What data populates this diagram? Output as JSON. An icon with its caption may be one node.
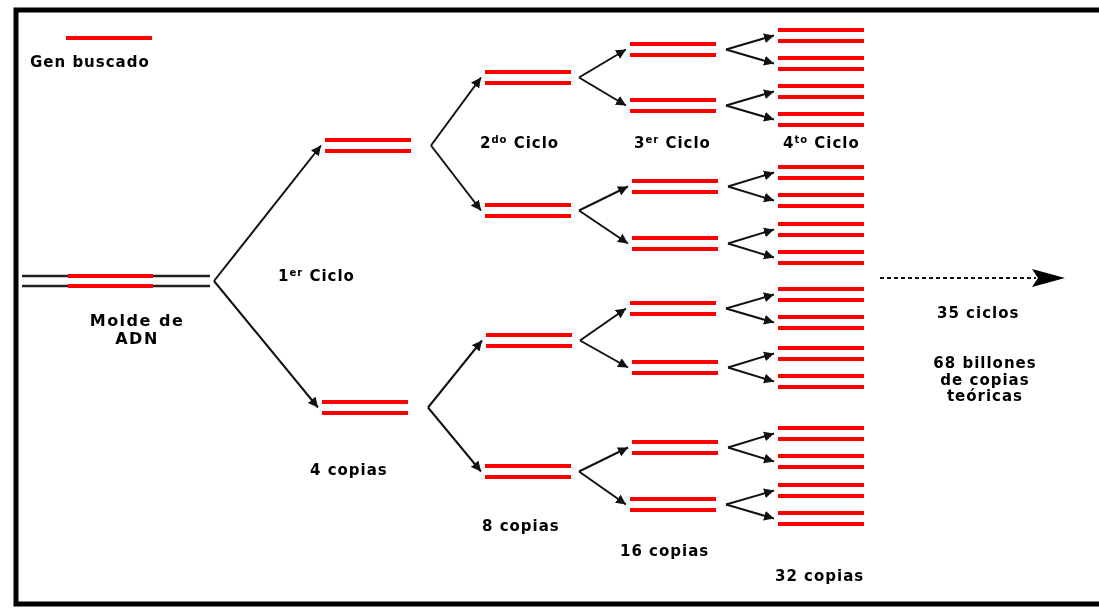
{
  "diagram": {
    "nodes": [
      {
        "text": [
          "Molde de ADN"
        ]
      },
      {
        "text": [],
        "shape": "bar"
      },
      {
        "text": [],
        "shape": "bar"
      },
      {
        "text": [],
        "shape": "bar"
      },
      {
        "text": [],
        "shape": "bar"
      },
      {
        "text": [],
        "shape": "bar"
      },
      {
        "text": [],
        "shape": "bar"
      },
      {
        "text": [],
        "shape": "bar"
      },
      {
        "text": [],
        "shape": "bar"
      },
      {
        "text": [],
        "shape": "bar"
      },
      {
        "text": [],
        "shape": "bar"
      },
      {
        "text": [],
        "shape": "bar"
      },
      {
        "text": [],
        "shape": "bar"
      },
      {
        "text": [],
        "shape": "bar"
      },
      {
        "text": [],
        "shape": "bar"
      },
      {
        "text": [],
        "shape": "bar"
      },
      {
        "text": [],
        "shape": "bar"
      },
      {
        "text": [],
        "shape": "bar"
      },
      {
        "text": [],
        "shape": "bar"
      },
      {
        "text": [],
        "shape": "bar"
      },
      {
        "text": [],
        "shape": "bar"
      },
      {
        "text": [],
        "shape": "bar"
      },
      {
        "text": [],
        "shape": "bar"
      },
      {
        "text": [],
        "shape": "bar"
      },
      {
        "text": [],
        "shape": "bar"
      },
      {
        "text": [],
        "shape": "bar"
      },
      {
        "text": [],
        "shape": "bar"
      },
      {
        "text": [],
        "shape": "bar"
      },
      {
        "text": [],
        "shape": "bar"
      },
      {
        "text": [],
        "shape": "bar"
      },
      {
        "text": [],
        "shape": "bar"
      }
    ],
    "edges": [
      {
        "from": 0,
        "to": 1,
        "arrow": "to"
      },
      {
        "from": 0,
        "to": 2,
        "arrow": "to"
      },
      {
        "from": 1,
        "to": 3,
        "arrow": "to"
      },
      {
        "from": 1,
        "to": 4,
        "arrow": "to"
      },
      {
        "from": 2,
        "to": 5,
        "arrow": "to"
      },
      {
        "from": 2,
        "to": 6,
        "arrow": "to"
      },
      {
        "from": 3,
        "to": 7,
        "arrow": "to"
      },
      {
        "from": 3,
        "to": 8,
        "arrow": "to"
      },
      {
        "from": 4,
        "to": 9,
        "arrow": "to"
      },
      {
        "from": 4,
        "to": 10,
        "arrow": "to"
      },
      {
        "from": 5,
        "to": 11,
        "arrow": "to"
      },
      {
        "from": 5,
        "to": 12,
        "arrow": "to"
      },
      {
        "from": 6,
        "to": 13,
        "arrow": "to"
      },
      {
        "from": 6,
        "to": 14,
        "arrow": "to"
      },
      {
        "from": 7,
        "to": 15,
        "arrow": "to"
      },
      {
        "from": 7,
        "to": 16,
        "arrow": "to"
      },
      {
        "from": 8,
        "to": 17,
        "arrow": "to"
      },
      {
        "from": 8,
        "to": 18,
        "arrow": "to"
      },
      {
        "from": 9,
        "to": 19,
        "arrow": "to"
      },
      {
        "from": 9,
        "to": 20,
        "arrow": "to"
      },
      {
        "from": 10,
        "to": 21,
        "arrow": "to"
      },
      {
        "from": 10,
        "to": 22,
        "arrow": "to"
      },
      {
        "from": 11,
        "to": 23,
        "arrow": "to"
      },
      {
        "from": 11,
        "to": 24,
        "arrow": "to"
      },
      {
        "from": 12,
        "to": 25,
        "arrow": "to"
      },
      {
        "from": 12,
        "to": 26,
        "arrow": "to"
      },
      {
        "from": 13,
        "to": 27,
        "arrow": "to"
      },
      {
        "from": 13,
        "to": 28,
        "arrow": "to"
      },
      {
        "from": 14,
        "to": 29,
        "arrow": "to"
      },
      {
        "from": 14,
        "to": 30,
        "arrow": "to"
      }
    ],
    "labels": [
      "1$^{er}$ Ciclo",
      "2$^{do}$ Ciclo",
      "3$^{er}$ Ciclo",
      "4$^{to}$ Ciclo",
      "4 copias",
      "8 copias",
      "16 copias",
      "32 copias",
      "35 ciclos",
      "68 billones de copias teóricas"
    ],
    "legend": [
      {
        "text": "Gen buscado"
      }
    ]
  }
}
